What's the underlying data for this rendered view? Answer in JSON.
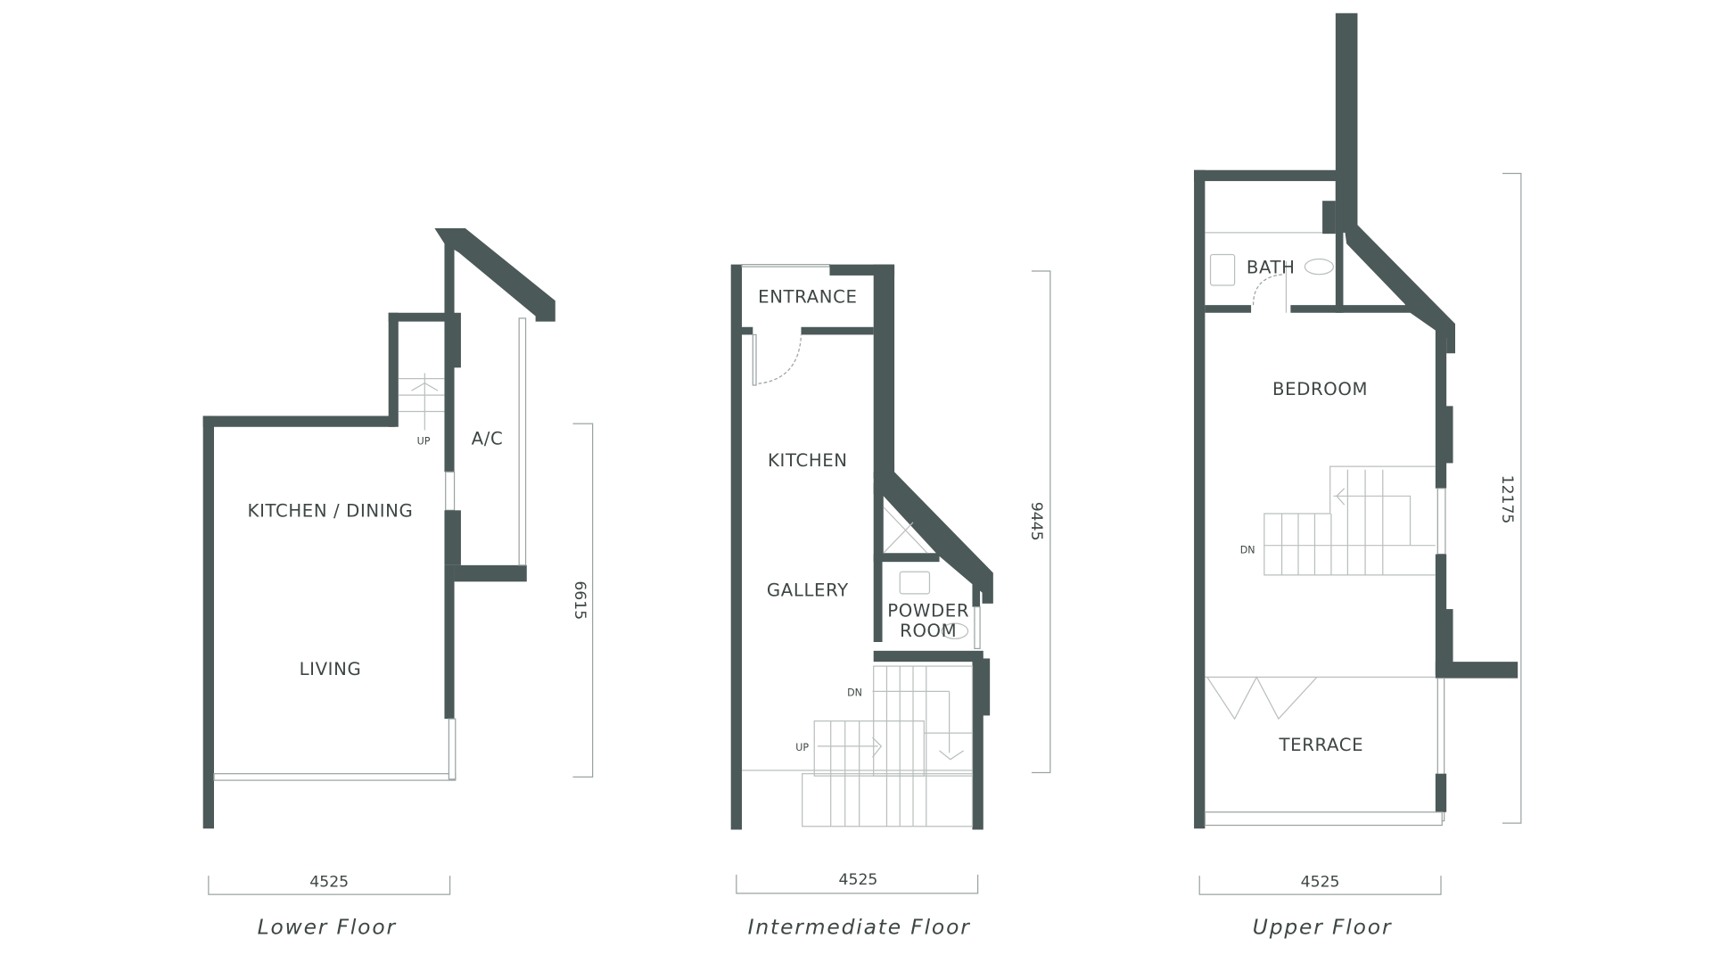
{
  "colors": {
    "wall": "#4b5958",
    "line": "#9aa3a2",
    "text": "#3e4645"
  },
  "lower_floor": {
    "caption": "Lower Floor",
    "rooms": [
      "KITCHEN / DINING",
      "LIVING",
      "A/C"
    ],
    "stair_label": "UP",
    "width_dim": "4525",
    "depth_dim": "6615"
  },
  "intermediate_floor": {
    "caption": "Intermediate Floor",
    "rooms": [
      "ENTRANCE",
      "KITCHEN",
      "GALLERY",
      "POWDER",
      "ROOM"
    ],
    "stair_labels": [
      "DN",
      "UP"
    ],
    "width_dim": "4525",
    "depth_dim": "9445"
  },
  "upper_floor": {
    "caption": "Upper Floor",
    "rooms": [
      "BATH",
      "BEDROOM",
      "TERRACE"
    ],
    "stair_label": "DN",
    "width_dim": "4525",
    "depth_dim": "12175"
  }
}
